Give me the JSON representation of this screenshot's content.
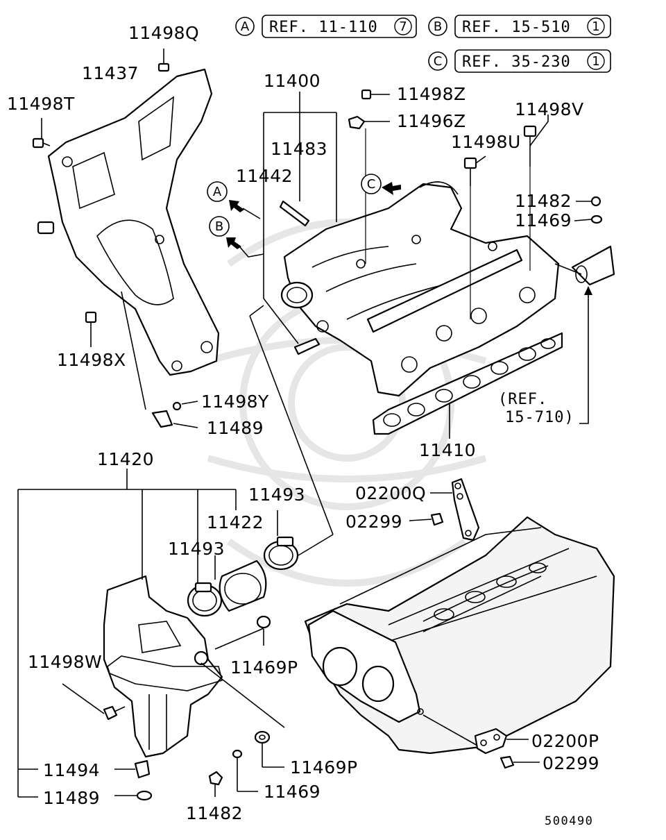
{
  "refs": [
    {
      "letter": "A",
      "text": "REF. 11-110",
      "num": "7"
    },
    {
      "letter": "B",
      "text": "REF. 15-510",
      "num": "1"
    },
    {
      "letter": "C",
      "text": "REF. 35-230",
      "num": "1"
    }
  ],
  "markers": {
    "a": "A",
    "b": "B",
    "c": "C"
  },
  "labels": {
    "p11498Q": "11498Q",
    "p11437": "11437",
    "p11498T": "11498T",
    "p11498X": "11498X",
    "p11498Y": "11498Y",
    "p11489_top": "11489",
    "p11400": "11400",
    "p11483": "11483",
    "p11442": "11442",
    "p11498Z": "11498Z",
    "p11496Z": "11496Z",
    "p11498V": "11498V",
    "p11498U": "11498U",
    "p11482_top": "11482",
    "p11469_top": "11469",
    "ref_15_710_line1": "(REF.",
    "ref_15_710_line2": "15-710)",
    "p11410": "11410",
    "p11420": "11420",
    "p11493_right": "11493",
    "p11422": "11422",
    "p11493_left": "11493",
    "p02200Q": "02200Q",
    "p02299_top": "02299",
    "p11469P_upper": "11469P",
    "p11498W": "11498W",
    "p11469P_lower": "11469P",
    "p11494": "11494",
    "p11489_bottom": "11489",
    "p11482_bottom": "11482",
    "p11469_bottom": "11469",
    "p02200P": "02200P",
    "p02299_bottom": "02299"
  },
  "diagram_code": "500490"
}
